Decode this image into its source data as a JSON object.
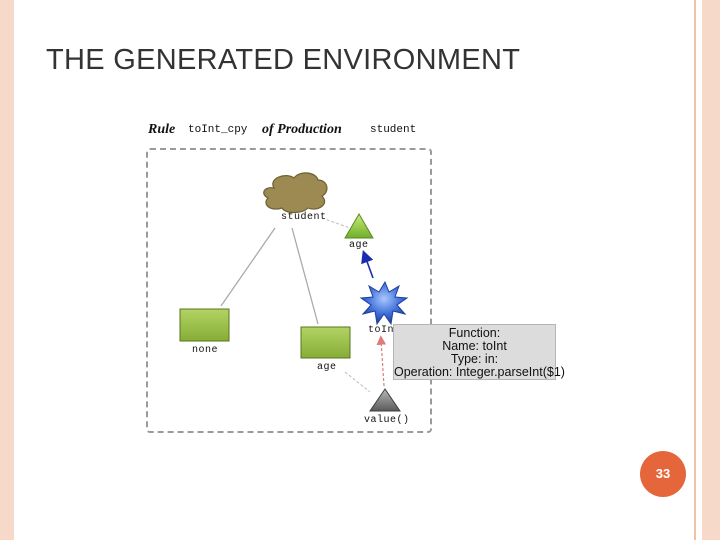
{
  "slide": {
    "title": "THE GENERATED ENVIRONMENT",
    "page_number": "33"
  },
  "rule_header": {
    "rule_label": "Rule",
    "rule_name": "toInt_cpy",
    "of_production_label": "of Production",
    "production_name": "student"
  },
  "nodes": {
    "student_cloud": "student",
    "age_triangle": "age",
    "toint_star": "toInt",
    "none_box": "none",
    "age_box": "age",
    "value_triangle": "value()"
  },
  "tooltip": {
    "line1": "Function:",
    "line2": "Name: toInt",
    "line3": "Type: in:",
    "line4": "Operation: Integer.parseInt($1)"
  },
  "colors": {
    "accent_orange": "#e4663a",
    "box_green": "#9bc04a",
    "triangle_green": "#8cc43c",
    "cloud_brown": "#9c8a52",
    "star_blue": "#3f6fd8",
    "arrow_blue": "#1a2bb0",
    "arrow_red": "#d04a4a"
  }
}
